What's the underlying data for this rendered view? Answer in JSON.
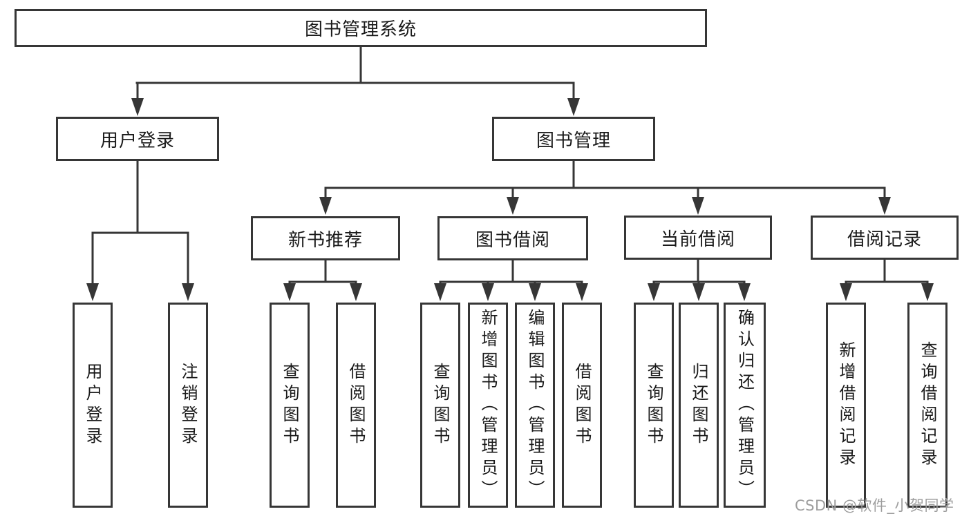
{
  "diagram": {
    "type": "tree",
    "root": {
      "id": "root",
      "label": "图书管理系统"
    },
    "level2": [
      {
        "id": "user-login",
        "label": "用户登录",
        "parent": "root"
      },
      {
        "id": "book-management",
        "label": "图书管理",
        "parent": "root"
      }
    ],
    "level3": [
      {
        "id": "new-book-recommend",
        "label": "新书推荐",
        "parent": "book-management"
      },
      {
        "id": "book-borrowing",
        "label": "图书借阅",
        "parent": "book-management"
      },
      {
        "id": "current-borrowing",
        "label": "当前借阅",
        "parent": "book-management"
      },
      {
        "id": "borrowing-records",
        "label": "借阅记录",
        "parent": "book-management"
      }
    ],
    "leaves": [
      {
        "id": "leaf-user-login",
        "label": "用户登录",
        "parent": "user-login"
      },
      {
        "id": "leaf-logout",
        "label": "注销登录",
        "parent": "user-login"
      },
      {
        "id": "leaf-query-books-1",
        "label": "查询图书",
        "parent": "new-book-recommend"
      },
      {
        "id": "leaf-borrow-books-1",
        "label": "借阅图书",
        "parent": "new-book-recommend"
      },
      {
        "id": "leaf-query-books-2",
        "label": "查询图书",
        "parent": "book-borrowing"
      },
      {
        "id": "leaf-add-books",
        "label": "新增图书（管理员）",
        "parent": "book-borrowing"
      },
      {
        "id": "leaf-edit-books",
        "label": "编辑图书（管理员）",
        "parent": "book-borrowing"
      },
      {
        "id": "leaf-borrow-books-2",
        "label": "借阅图书",
        "parent": "book-borrowing"
      },
      {
        "id": "leaf-query-books-3",
        "label": "查询图书",
        "parent": "current-borrowing"
      },
      {
        "id": "leaf-return-books",
        "label": "归还图书",
        "parent": "current-borrowing"
      },
      {
        "id": "leaf-confirm-return",
        "label": "确认归还（管理员）",
        "parent": "current-borrowing"
      },
      {
        "id": "leaf-add-borrow-record",
        "label": "新增借阅记录",
        "parent": "borrowing-records"
      },
      {
        "id": "leaf-query-borrow-record",
        "label": "查询借阅记录",
        "parent": "borrowing-records"
      }
    ],
    "watermark": "CSDN @软件_小贺同学",
    "colors": {
      "line": "#363636",
      "box_border": "#363636",
      "box_fill": "#ffffff",
      "text": "#1a1a1a",
      "background": "#ffffff",
      "watermark": "#9e9e9e"
    }
  }
}
